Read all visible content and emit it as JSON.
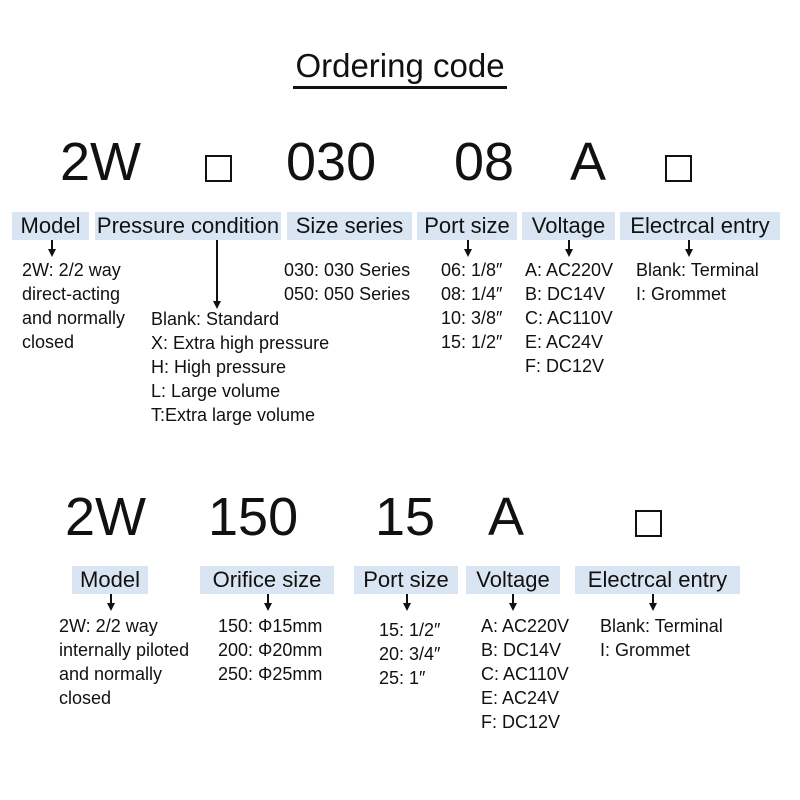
{
  "title": "Ordering code",
  "section1": {
    "code": [
      "2W",
      "030",
      "08",
      "A"
    ],
    "headers": [
      "Model",
      "Pressure condition",
      "Size series",
      "Port size",
      "Voltage",
      "Electrcal entry"
    ],
    "model": [
      "2W: 2/2 way",
      "direct-acting",
      "and normally",
      "closed"
    ],
    "pressure": [
      "Blank: Standard",
      "X: Extra high pressure",
      "H: High pressure",
      "L: Large volume",
      "T:Extra large volume"
    ],
    "size": [
      "030: 030 Series",
      "050: 050 Series"
    ],
    "port": [
      "06: 1/8″",
      "08: 1/4″",
      "10: 3/8″",
      "15: 1/2″"
    ],
    "voltage": [
      "A: AC220V",
      "B: DC14V",
      "C: AC110V",
      "E: AC24V",
      "F: DC12V"
    ],
    "entry": [
      "Blank: Terminal",
      "I: Grommet"
    ]
  },
  "section2": {
    "code": [
      "2W",
      "150",
      "15",
      "A"
    ],
    "headers": [
      "Model",
      "Orifice size",
      "Port size",
      "Voltage",
      "Electrcal entry"
    ],
    "model": [
      "2W: 2/2 way",
      "internally piloted",
      "and normally",
      "closed"
    ],
    "orifice": [
      "150: Φ15mm",
      "200: Φ20mm",
      "250: Φ25mm"
    ],
    "port": [
      "15: 1/2″",
      "20: 3/4″",
      "25: 1″"
    ],
    "voltage": [
      "A: AC220V",
      "B: DC14V",
      "C: AC110V",
      "E: AC24V",
      "F: DC12V"
    ],
    "entry": [
      "Blank: Terminal",
      "I: Grommet"
    ]
  }
}
